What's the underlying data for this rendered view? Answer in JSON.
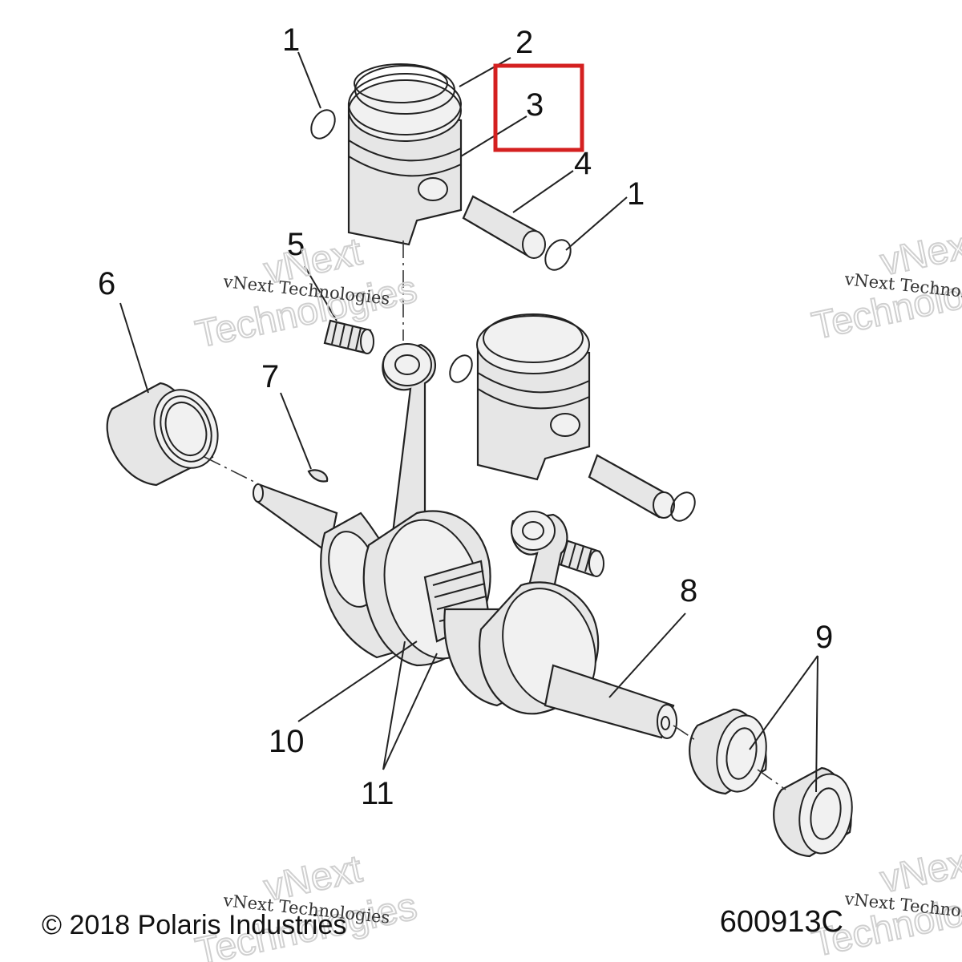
{
  "callouts": [
    {
      "id": "1a",
      "label": "1"
    },
    {
      "id": "2",
      "label": "2"
    },
    {
      "id": "3",
      "label": "3"
    },
    {
      "id": "4",
      "label": "4"
    },
    {
      "id": "1b",
      "label": "1"
    },
    {
      "id": "5",
      "label": "5"
    },
    {
      "id": "6",
      "label": "6"
    },
    {
      "id": "7",
      "label": "7"
    },
    {
      "id": "8",
      "label": "8"
    },
    {
      "id": "9",
      "label": "9"
    },
    {
      "id": "10",
      "label": "10"
    },
    {
      "id": "11",
      "label": "11"
    }
  ],
  "highlight": {
    "label": "3",
    "color": "#d42020"
  },
  "watermark": {
    "line1": "vNext",
    "line2": "Technologies",
    "line3": "vNext Technologies"
  },
  "footer": {
    "copyright": "© 2018 Polaris Industries",
    "drawing_number": "600913C"
  }
}
